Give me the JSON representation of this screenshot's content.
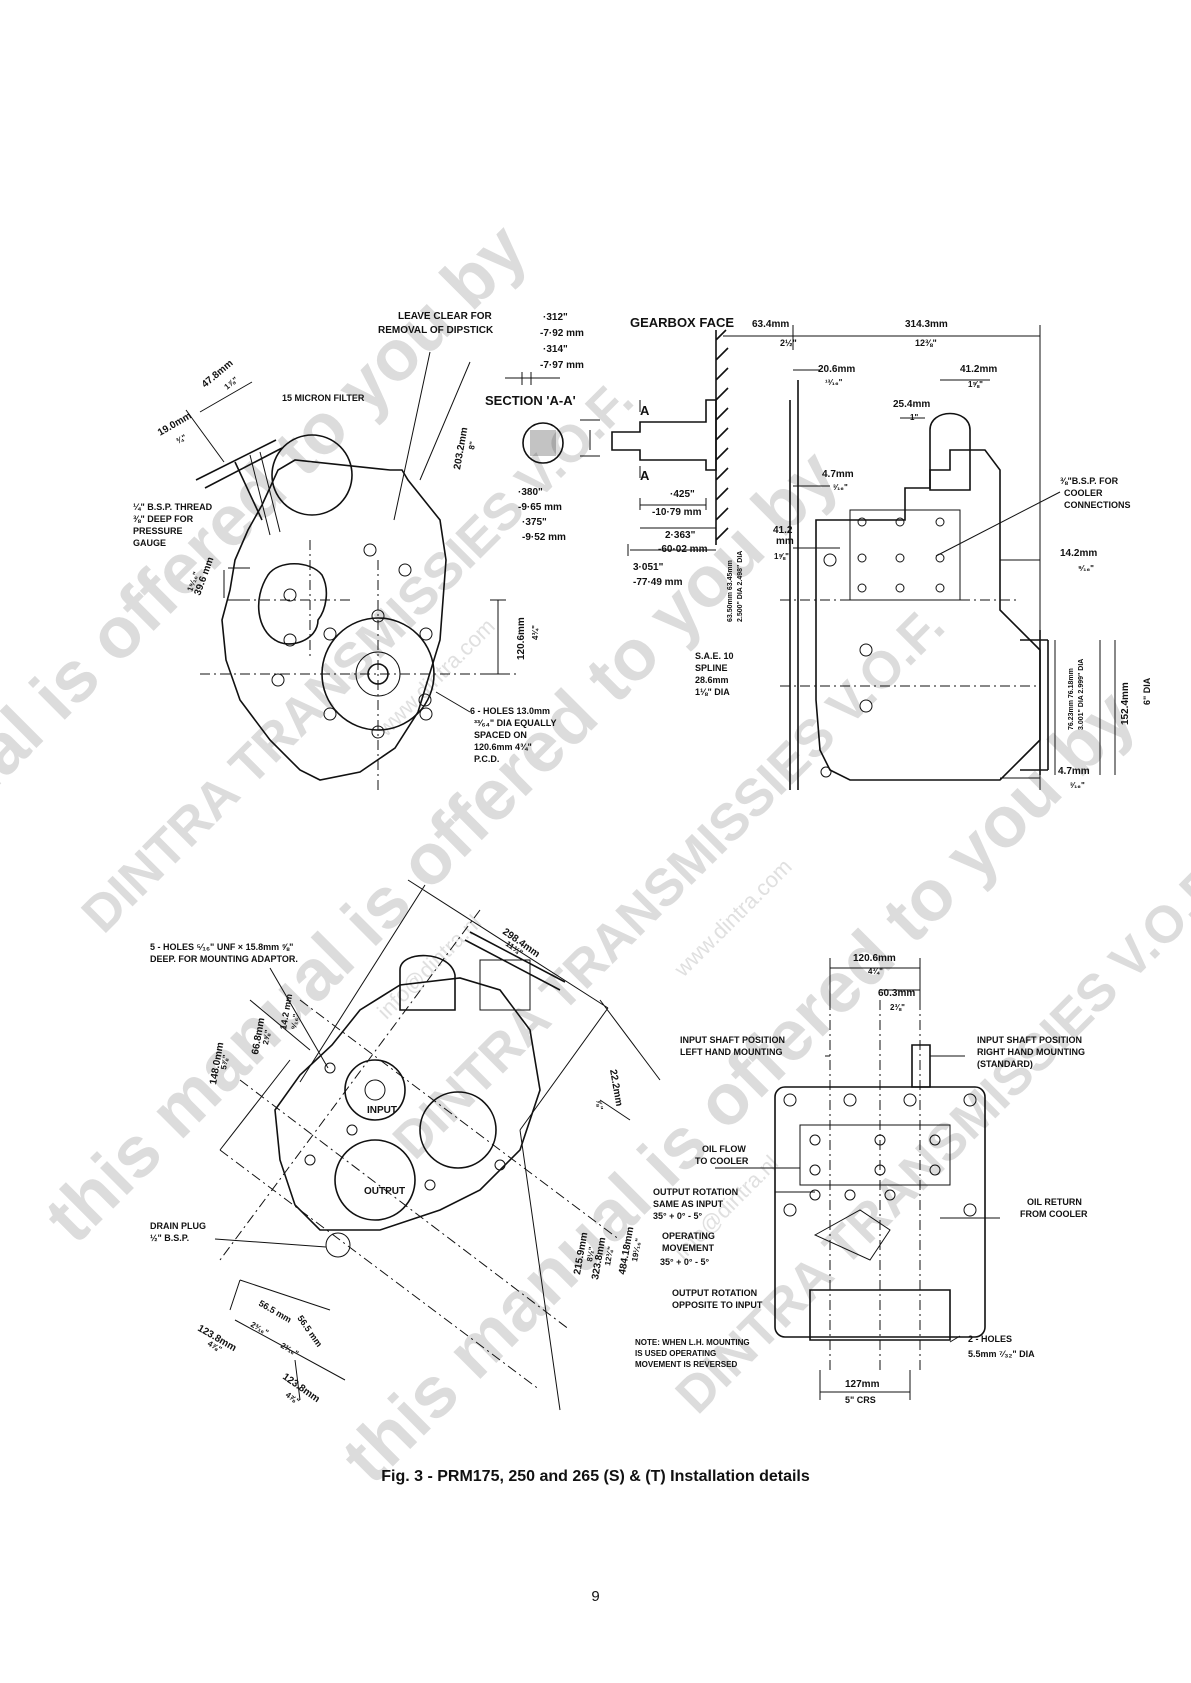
{
  "watermark": {
    "lines": [
      "this manual is offered to you by",
      "DINTRA TRANSMISSIES V.O.F.",
      "www.dintra.com",
      "info@dintra.nl"
    ]
  },
  "caption": "Fig. 3  -  PRM175, 250 and 265 (S) & (T) Installation details",
  "page_number": "9",
  "top_left_view": {
    "leave_clear_line1": "LEAVE CLEAR FOR",
    "leave_clear_line2": "REMOVAL OF DIPSTICK",
    "dim_47_8": "47.8mm",
    "dim_47_8_in": "1⅞\"",
    "dim_19_0": "19.0mm",
    "dim_19_0_in": "¾\"",
    "micron_filter": "15 MICRON FILTER",
    "dim_203_2": "203.2mm",
    "dim_203_2_in": "8\"",
    "bsp_thread_line1": "¼\" B.S.P. THREAD",
    "bsp_thread_line2": "⅜\" DEEP FOR",
    "bsp_thread_line3": "PRESSURE",
    "bsp_thread_line4": "GAUGE",
    "dim_39_6": "39.6 mm",
    "dim_39_6_in": "1⁹⁄₁₆\"",
    "dim_120_6": "120.6mm",
    "dim_120_6_in": "4¾\"",
    "holes_line1": "6 - HOLES 13.0mm",
    "holes_line2": "³³⁄₆₄\" DIA EQUALLY",
    "holes_line3": "SPACED ON",
    "holes_line4": "120.6mm 4¾\"",
    "holes_line5": "P.C.D."
  },
  "section_view": {
    "title": "SECTION 'A-A'",
    "marker_a": "A",
    "d1": "·312\"",
    "d2": "-7·92 mm",
    "d3": "·314\"",
    "d4": "-7·97 mm",
    "d5": "·380\"",
    "d6": "-9·65 mm",
    "d7": "·375\"",
    "d8": "-9·52 mm",
    "d9": "·425\"",
    "d10": "-10·79 mm",
    "d11": "2·363\"",
    "d12": "-60·02 mm",
    "d13": "3·051\"",
    "d14": "-77·49 mm"
  },
  "top_right_view": {
    "gearbox_face": "GEARBOX FACE",
    "dim_63_4": "63.4mm",
    "dim_63_4_in": "2½\"",
    "dim_314_3": "314.3mm",
    "dim_314_3_in": "12⅜\"",
    "dim_20_6": "20.6mm",
    "dim_20_6_in": "¹³⁄₁₆\"",
    "dim_41_2a": "41.2mm",
    "dim_41_2a_in": "1⅝\"",
    "dim_25_4": "25.4mm",
    "dim_25_4_in": "1\"",
    "dim_4_7a": "4.7mm",
    "dim_4_7a_in": "³⁄₁₆\"",
    "cooler_line1": "⅜\"B.S.P. FOR",
    "cooler_line2": "COOLER",
    "cooler_line3": "CONNECTIONS",
    "dim_41_2b": "41.2",
    "dim_41_2b_unit": "mm",
    "dim_41_2b_in": "1⅝\"",
    "dim_14_2": "14.2mm",
    "dim_14_2_in": "⁹⁄₁₆\"",
    "spline_line1": "S.A.E. 10",
    "spline_line2": "SPLINE",
    "spline_line3": "28.6mm",
    "spline_line4": "1⅛\" DIA",
    "dim_4_7b": "4.7mm",
    "dim_4_7b_in": "³⁄₁₆\"",
    "dim_152_4": "152.4mm",
    "dim_152_4_in": "6\" DIA",
    "shaft_dia_mm": "63.50mm 63.45mm",
    "shaft_dia_in": "2.500\" DIA 2.498\" DIA",
    "flange_dia_mm": "76.23mm 76.18mm",
    "flange_dia_in": "3.001\" DIA 2.999\" DIA"
  },
  "bottom_left_view": {
    "holes_line1": "5 - HOLES ⁵⁄₁₆\" UNF × 15.8mm ⅝\"",
    "holes_line2": "DEEP. FOR MOUNTING ADAPTOR.",
    "dim_298_4": "298.4mm",
    "dim_298_4_in": "11¾\"",
    "dim_148_0": "148.0mm",
    "dim_148_0_in": "5⅞\"",
    "dim_66_8": "66.8mm",
    "dim_66_8_in": "2⅝\"",
    "dim_14_2": "14.2 mm",
    "dim_14_2_in": "⁹⁄₁₆\"",
    "dim_22_2": "22.2mm",
    "dim_22_2_in": "⅞\"",
    "input": "INPUT",
    "output": "OUTPUT",
    "drain_line1": "DRAIN PLUG",
    "drain_line2": "½\" B.S.P.",
    "dim_215_9": "215.9mm",
    "dim_215_9_in": "8½\"",
    "dim_323_8": "323.8mm",
    "dim_323_8_in": "12¾\"",
    "dim_484_18": "484.18mm",
    "dim_484_18_in": "19¹⁄₁₆\"",
    "dim_56_5a": "56.5 mm",
    "dim_56_5a_in": "2³⁄₁₆\"",
    "dim_56_5b": "56.5 mm",
    "dim_56_5b_in": "2³⁄₁₆\"",
    "dim_123_8a": "123.8mm",
    "dim_123_8a_in": "4⅞\"",
    "dim_123_8b": "123.8mm",
    "dim_123_8b_in": "4⅞\""
  },
  "bottom_right_view": {
    "dim_120_6": "120.6mm",
    "dim_120_6_in": "4¾\"",
    "dim_60_3": "60.3mm",
    "dim_60_3_in": "2⅜\"",
    "input_left_line1": "INPUT SHAFT POSITION",
    "input_left_line2": "LEFT HAND MOUNTING",
    "input_right_line1": "INPUT SHAFT POSITION",
    "input_right_line2": "RIGHT HAND MOUNTING",
    "input_right_line3": "(STANDARD)",
    "oil_flow_line1": "OIL FLOW",
    "oil_flow_line2": "TO COOLER",
    "out_same_line1": "OUTPUT ROTATION",
    "out_same_line2": "SAME AS INPUT",
    "op_line1": "35° + 0° - 5°",
    "op_line2": "OPERATING",
    "op_line3": "MOVEMENT",
    "op_line4": "35° + 0° - 5°",
    "oil_return_line1": "OIL RETURN",
    "oil_return_line2": "FROM COOLER",
    "out_opp_line1": "OUTPUT ROTATION",
    "out_opp_line2": "OPPOSITE TO INPUT",
    "note_line1": "NOTE: WHEN L.H. MOUNTING",
    "note_line2": "IS USED OPERATING",
    "note_line3": "MOVEMENT IS REVERSED",
    "holes_line1": "2 - HOLES",
    "holes_line2": "5.5mm ⁷⁄₃₂\" DIA",
    "dim_127": "127mm",
    "dim_127_in": "5\" CRS"
  }
}
